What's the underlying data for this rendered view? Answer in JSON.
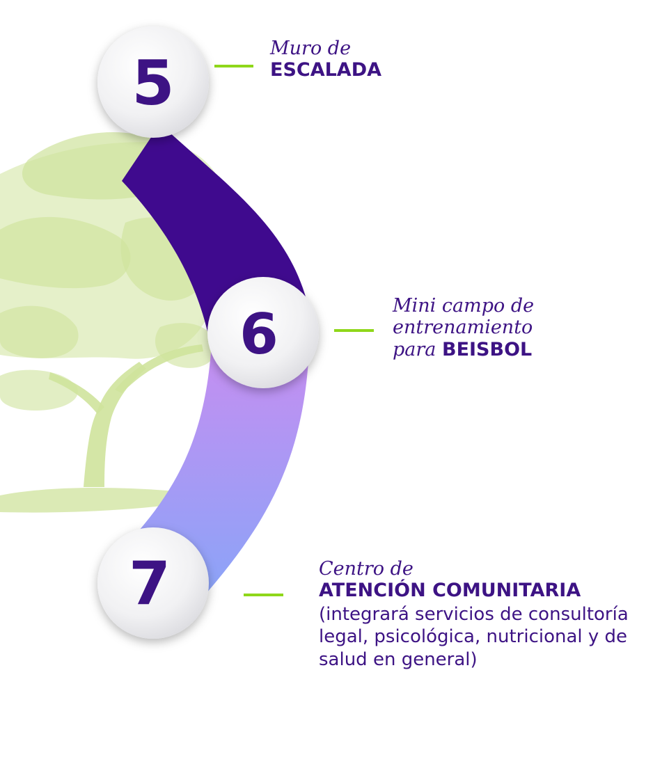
{
  "steps": [
    {
      "number": "5",
      "line1": "Muro de",
      "line2": "ESCALADA"
    },
    {
      "number": "6",
      "line1": "Mini campo de",
      "line2": "entrenamiento",
      "line3_prefix": "para",
      "line3_bold": "BEISBOL"
    },
    {
      "number": "7",
      "line1": "Centro de",
      "line2": "ATENCIÓN COMUNITARIA",
      "description": "(integrará servicios de consultoría legal, psicológica, nutricional y de salud en general)"
    }
  ],
  "colors": {
    "arc_top": "#3f0a8e",
    "arc_mid": "#cc8cf0",
    "arc_bottom": "#8aa4f8",
    "connector": "#8fd71a",
    "tree": "#cfe39c",
    "text": "#3d1384"
  }
}
